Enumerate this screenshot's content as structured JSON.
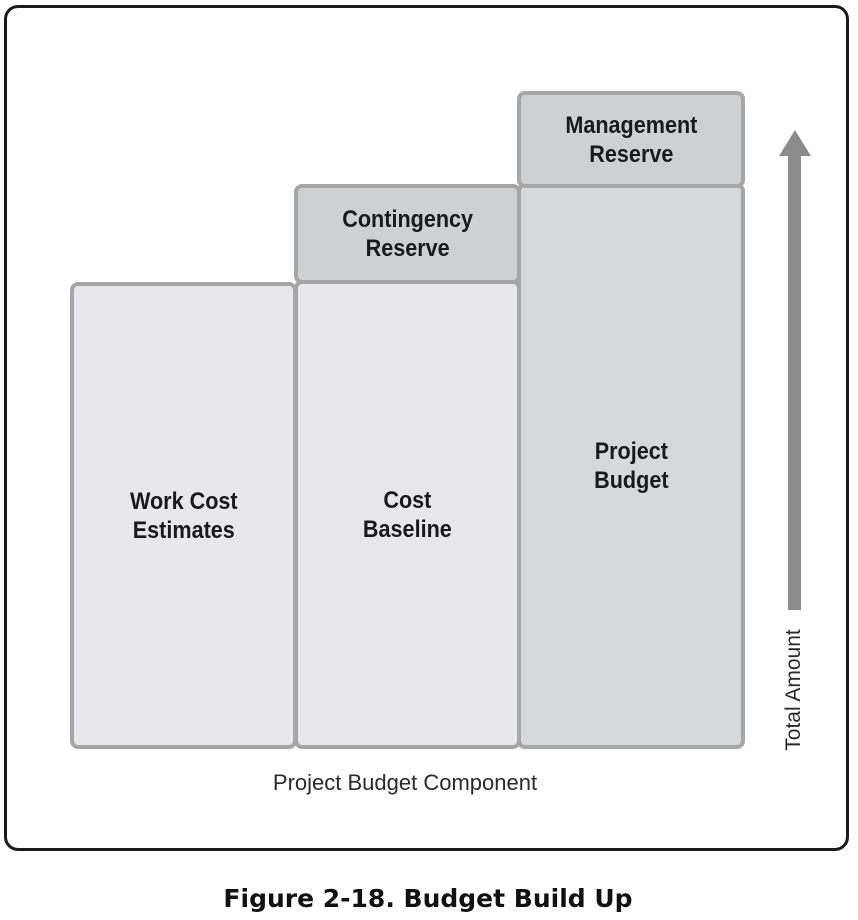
{
  "diagram": {
    "blocks": {
      "work_cost_estimates": "Work Cost\nEstimates",
      "cost_baseline": "Cost\nBaseline",
      "contingency_reserve": "Contingency\nReserve",
      "project_budget": "Project\nBudget",
      "management_reserve": "Management\nReserve"
    },
    "x_axis_label": "Project Budget Component",
    "y_axis_label": "Total Amount"
  },
  "caption": "Figure 2-18. Budget Build Up",
  "colors": {
    "border": "#a6a6a6",
    "light_fill": "#e8e8ea",
    "reserve_fill": "#cfd0d2",
    "budget_fill": "#d7d8da",
    "arrow": "#8c8c8c"
  }
}
